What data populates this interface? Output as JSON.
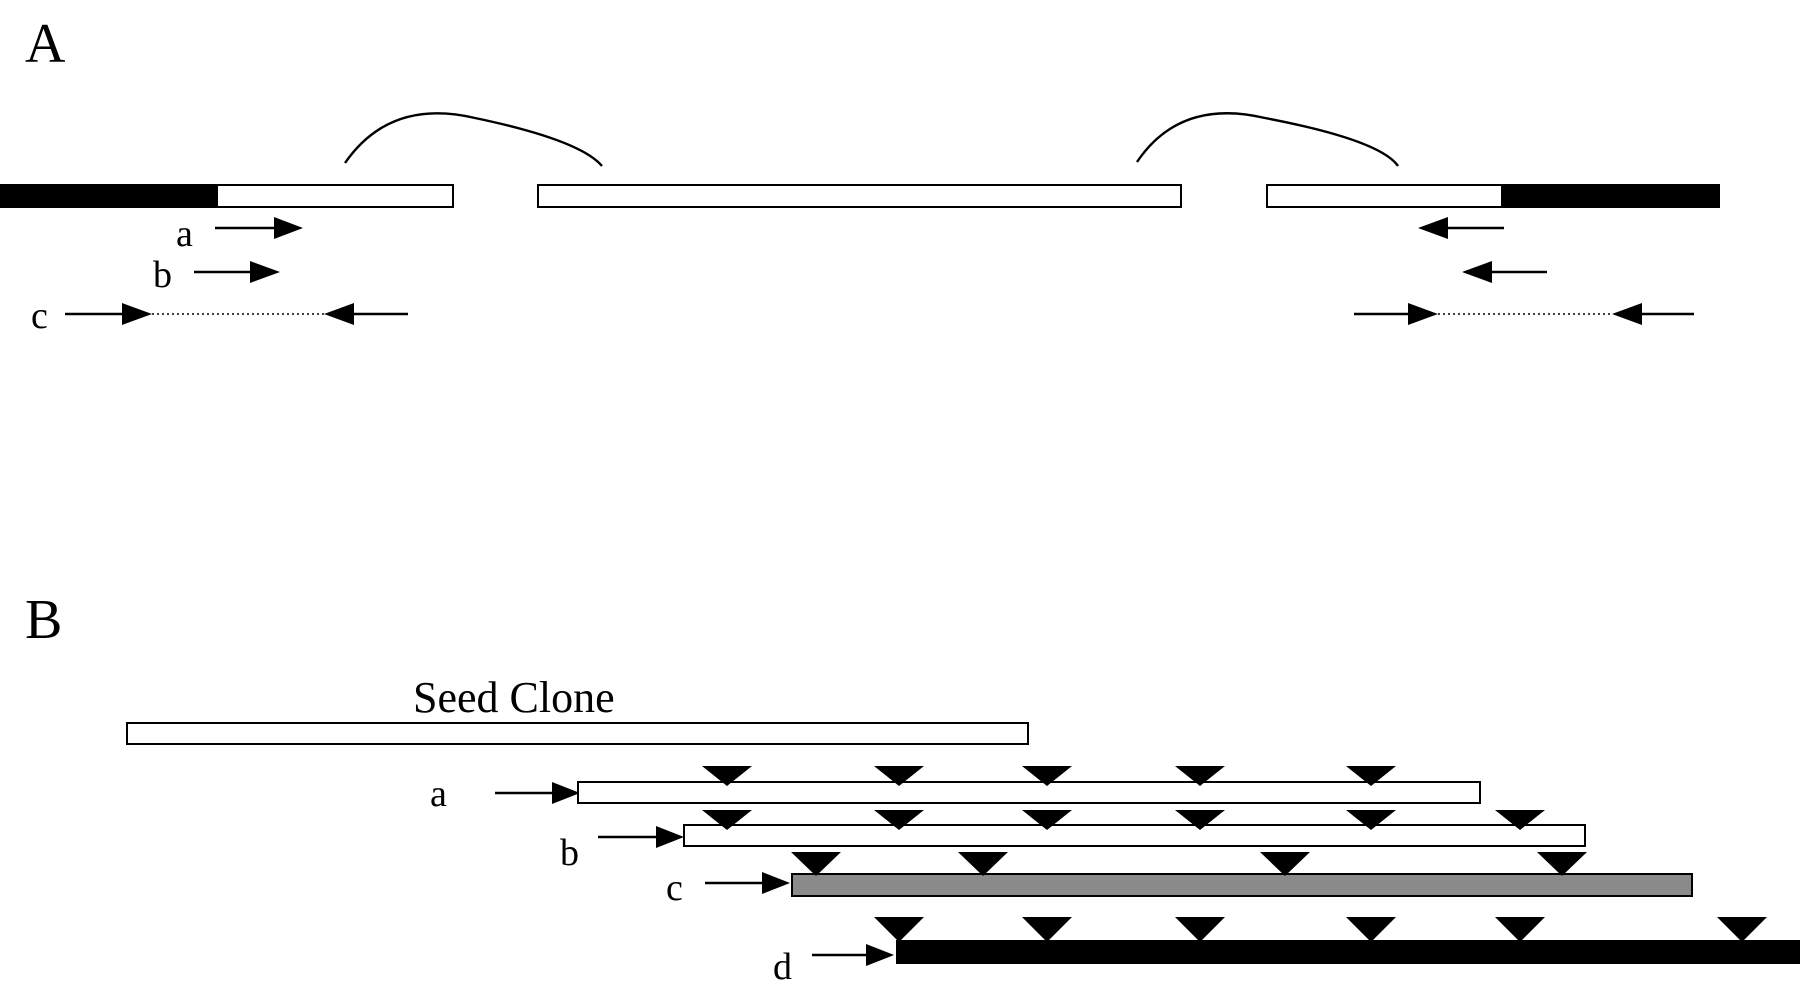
{
  "panel_a": {
    "label": "A",
    "primer_labels": [
      "a",
      "b",
      "c"
    ]
  },
  "panel_b": {
    "label": "B",
    "seed_label": "Seed Clone",
    "clone_labels": [
      "a",
      "b",
      "c",
      "d"
    ]
  },
  "colors": {
    "stroke": "#000000",
    "open_fill": "#ffffff",
    "solid_fill": "#000000",
    "gray_fill": "#8a8a8a"
  }
}
